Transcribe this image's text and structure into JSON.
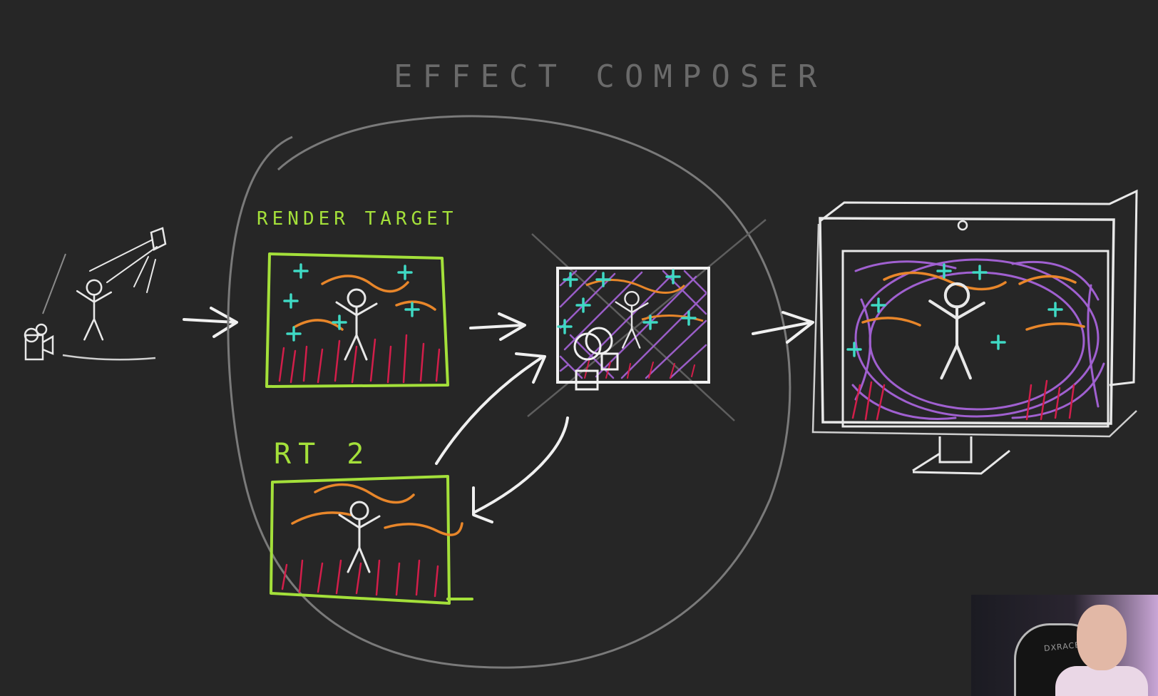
{
  "title": "EFFECT COMPOSER",
  "render_target_label": "RENDER TARGET",
  "rt2_label": "RT 2",
  "webcam": {
    "chair_text": "DXRACER"
  },
  "colors": {
    "background": "#262626",
    "chalk_white": "#e8e8e8",
    "composer_outline": "#7a7a7a",
    "render_target_green": "#a4e03a",
    "sparkle_cyan": "#3fd9c4",
    "wave_orange": "#e8862a",
    "grass_red": "#d21e4a",
    "effect_purple": "#a060d0"
  },
  "icons": [
    "camera-icon",
    "spotlight-icon",
    "stick-figure-icon",
    "arrow-icon",
    "monitor-icon",
    "shader-pass-icon"
  ]
}
